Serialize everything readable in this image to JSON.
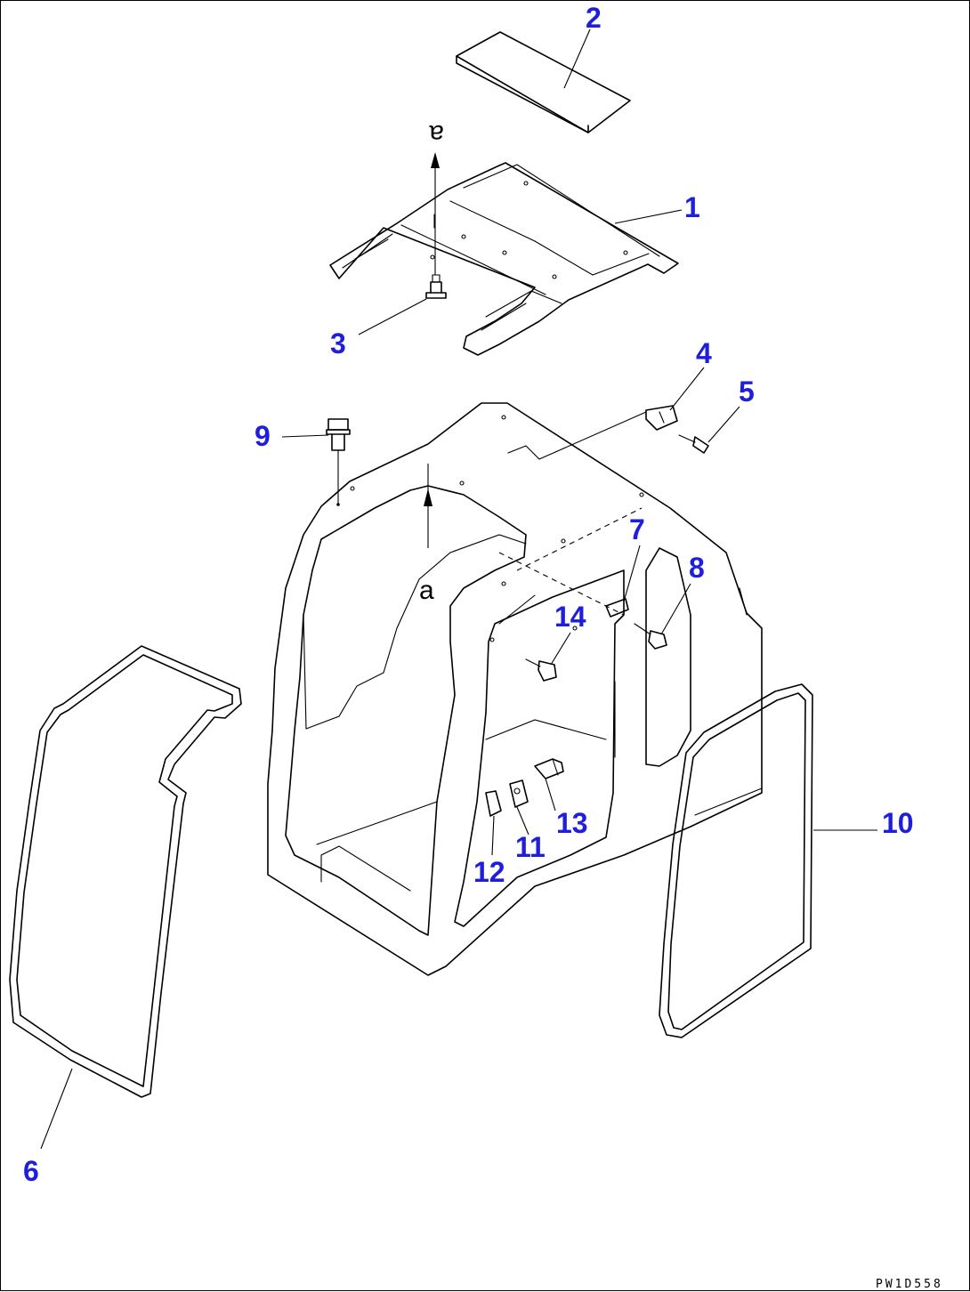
{
  "callouts": [
    "1",
    "2",
    "3",
    "4",
    "5",
    "6",
    "7",
    "8",
    "9",
    "10",
    "11",
    "12",
    "13",
    "14"
  ],
  "ref_marks": {
    "top": "a",
    "bottom": "a"
  },
  "drawing_code": "PW1D558"
}
